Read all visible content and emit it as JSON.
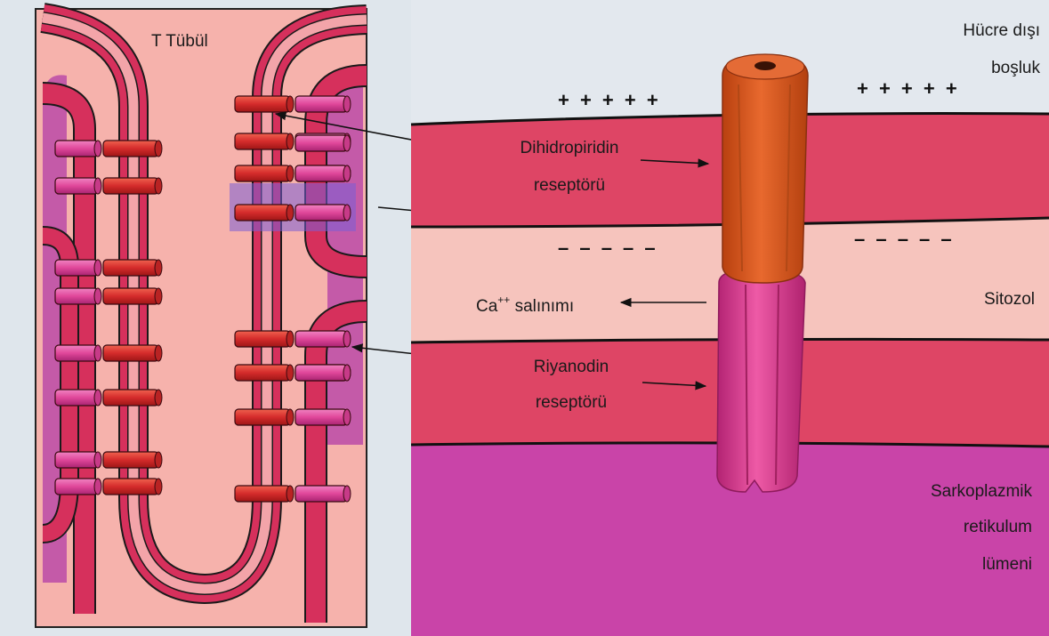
{
  "left_panel": {
    "title": "T Tübül"
  },
  "right_panel": {
    "extracellular_label_line1": "Hücre dışı",
    "extracellular_label_line2": "boşluk",
    "plus_signs_left": "+ + + + +",
    "plus_signs_right": "+ + + + +",
    "minus_signs_left": "– – – – –",
    "minus_signs_right": "– – – – –",
    "dhp_label_line1": "Dihidropiridin",
    "dhp_label_line2": "reseptörü",
    "ca_label_main": "Ca",
    "ca_label_sup": "++",
    "ca_label_rest": " salınımı",
    "cytosol_label": "Sitozol",
    "ryr_label_line1": "Riyanodin",
    "ryr_label_line2": "reseptörü",
    "sr_label_line1": "Sarkoplazmik",
    "sr_label_line2": "retikulum",
    "sr_label_line3": "lümeni"
  },
  "colors": {
    "membrane": "#d6305c",
    "membrane_light": "#f4a2a6",
    "cytosol": "#f6c3bd",
    "sr_lumen": "#cf46a4",
    "dhp_receptor": "#d8521f",
    "ryr_receptor": "#de3d8a",
    "cylinder_red": "#d42b2b",
    "cylinder_pink": "#e0479a",
    "outline": "#1a1a1a",
    "highlight_box": "#6f5fd6"
  }
}
